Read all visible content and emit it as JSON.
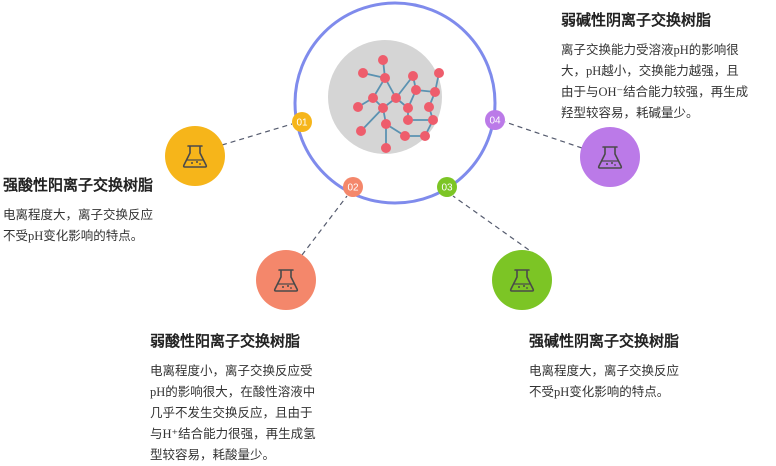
{
  "nodes": [
    {
      "number": "01",
      "color": "#f6b51a",
      "icon": "flask-icon",
      "title": "强酸性阳离子交换树脂",
      "lines": [
        "电离程度大，离子交换反应",
        "不受pH变化影响的特点。"
      ]
    },
    {
      "number": "02",
      "color": "#f4876b",
      "icon": "flask-icon",
      "title": "弱酸性阳离子交换树脂",
      "lines": [
        "电离程度小，离子交换反应受",
        "pH的影响很大，在酸性溶液中",
        "几乎不发生交换反应，且由于",
        "与H⁺结合能力很强，再生成氢",
        "型较容易，耗酸量少。"
      ]
    },
    {
      "number": "03",
      "color": "#7cc525",
      "icon": "flask-icon",
      "title": "强碱性阴离子交换树脂",
      "lines": [
        "电离程度大，离子交换反应",
        "不受pH变化影响的特点。"
      ]
    },
    {
      "number": "04",
      "color": "#bb7ae8",
      "icon": "flask-icon",
      "title": "弱碱性阴离子交换树脂",
      "lines": [
        "离子交换能力受溶液pH的影响很",
        "大，pH越小，交换能力越强，且",
        "由于与OH⁻结合能力较强，再生成",
        "羟型较容易，耗碱量少。"
      ]
    }
  ],
  "colors": {
    "ring": "#7f8bec",
    "core": "#d5d5d5",
    "molecule_atom": "#ee5d6c",
    "molecule_bond": "#5b92b1",
    "connector": "#555b6e"
  },
  "center_icon": "molecule-icon"
}
